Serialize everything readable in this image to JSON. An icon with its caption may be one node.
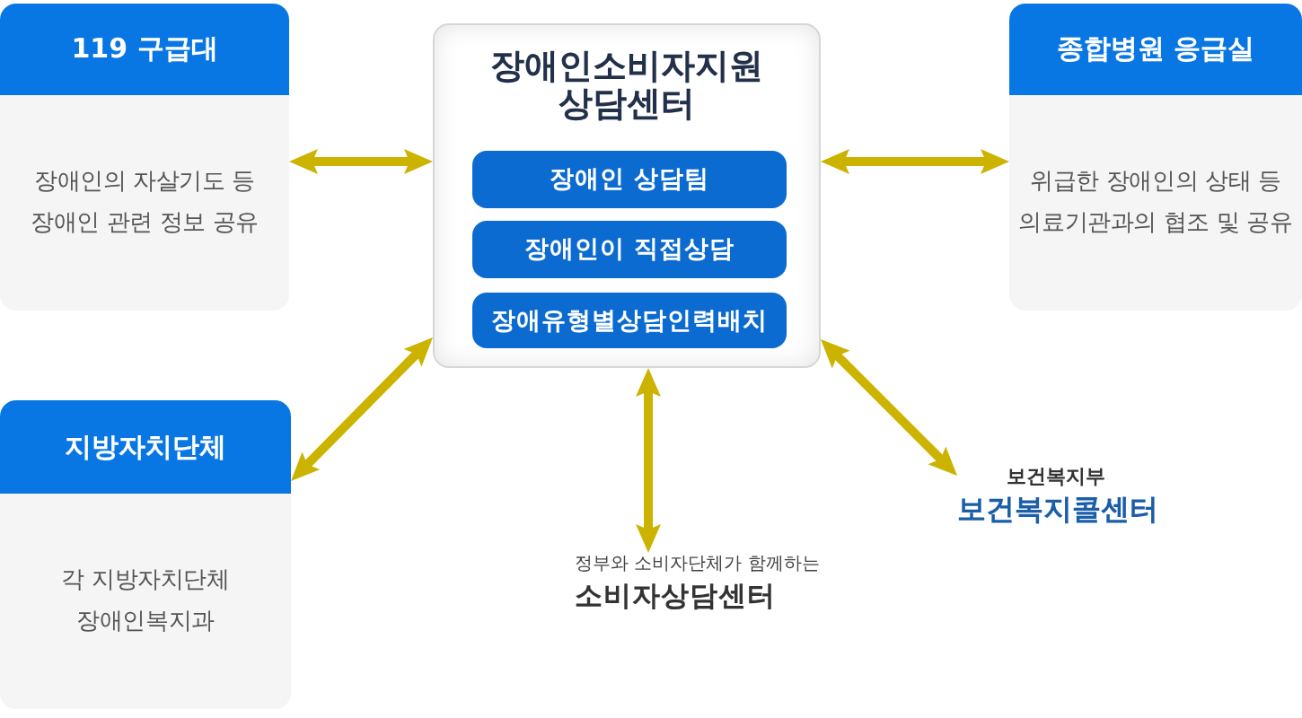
{
  "diagram": {
    "nodes": [
      {
        "text": [
          "119 구급대",
          "장애인의 자살기도 등 장애인 관련 정보 공유"
        ]
      },
      {
        "text": [
          "장애인소비자지원 상담센터"
        ]
      },
      {
        "text": [
          "장애인 상담팀"
        ],
        "in": 1
      },
      {
        "text": [
          "장애인이 직접상담"
        ],
        "in": 1
      },
      {
        "text": [
          "장애유형별상담인력배치"
        ],
        "in": 1
      },
      {
        "text": [
          "종합병원 응급실",
          "위급한 장애인의 상태 등 의료기관과의 협조 및 공유"
        ]
      },
      {
        "text": [
          "지방자치단체",
          "각 지방자치단체 장애인복지과"
        ]
      },
      {
        "text": [
          "정부와 소비자단체가 함께하는",
          "소비자상담센터"
        ]
      },
      {
        "text": [
          "보건복지부",
          "보건복지콜센터"
        ]
      }
    ],
    "edges": [
      {
        "from": 1,
        "to": 0,
        "arrow": "both"
      },
      {
        "from": 1,
        "to": 5,
        "arrow": "both"
      },
      {
        "from": 1,
        "to": 6,
        "arrow": "both"
      },
      {
        "from": 1,
        "to": 7,
        "arrow": "both"
      },
      {
        "from": 1,
        "to": 8,
        "arrow": "both"
      }
    ]
  }
}
